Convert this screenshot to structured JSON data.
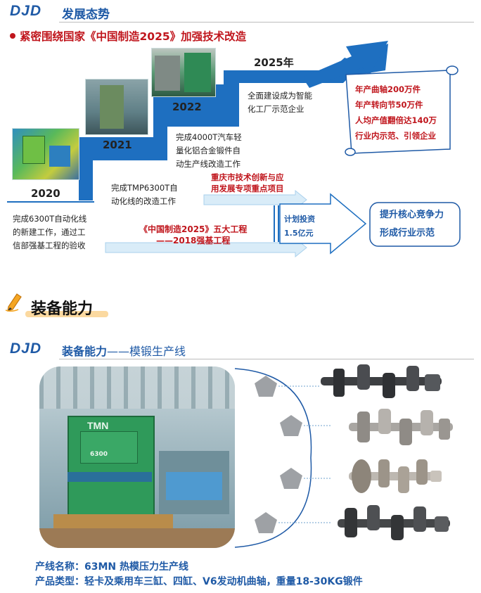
{
  "section1": {
    "brand": "DJD",
    "title": "发展态势",
    "headline": "紧密围绕国家《中国制造2025》加强技术改造"
  },
  "timeline": {
    "years": [
      "2020",
      "2021",
      "2022",
      "2025年"
    ],
    "step_2020": [
      "完成6300T自动化线",
      "的新建工作，通过工",
      "信部强基工程的验收"
    ],
    "step_2021": [
      "完成TMP6300T自",
      "动化线的改造工作"
    ],
    "step_2022": [
      "完成4000T汽车轻",
      "量化铝合金锻件自",
      "动生产线改造工作"
    ],
    "step_2025": [
      "全面建设成为智能",
      "化工厂示范企业"
    ]
  },
  "scroll": {
    "lines": [
      "年产曲轴200万件",
      "年产转向节50万件",
      "人均产值翻倍达140万",
      "行业内示范、引领企业"
    ]
  },
  "arrows": {
    "project1": [
      "重庆市技术创新与应",
      "用发展专项重点项目"
    ],
    "project2": [
      "《中国制造2025》五大工程",
      "——2018强基工程"
    ],
    "investment": [
      "计划投资",
      "1.5亿元"
    ],
    "goal": [
      "提升核心竞争力",
      "形成行业示范"
    ]
  },
  "equip_header": {
    "title": "装备能力"
  },
  "section2": {
    "brand": "DJD",
    "title_main": "装备能力",
    "title_sub": "——模锻生产线",
    "press_label": "TMN",
    "press_number": "6300",
    "line_name": "产线名称：63MN 热模压力生产线",
    "product_type": "产品类型：轻卡及乘用车三缸、四缸、V6发动机曲轴，重量18-30KG锻件"
  },
  "colors": {
    "brand_blue": "#1f5aa6",
    "accent_red": "#c0161d",
    "arrow_blue": "#1e6fc0",
    "light_arrow": "#d9ecf8"
  }
}
